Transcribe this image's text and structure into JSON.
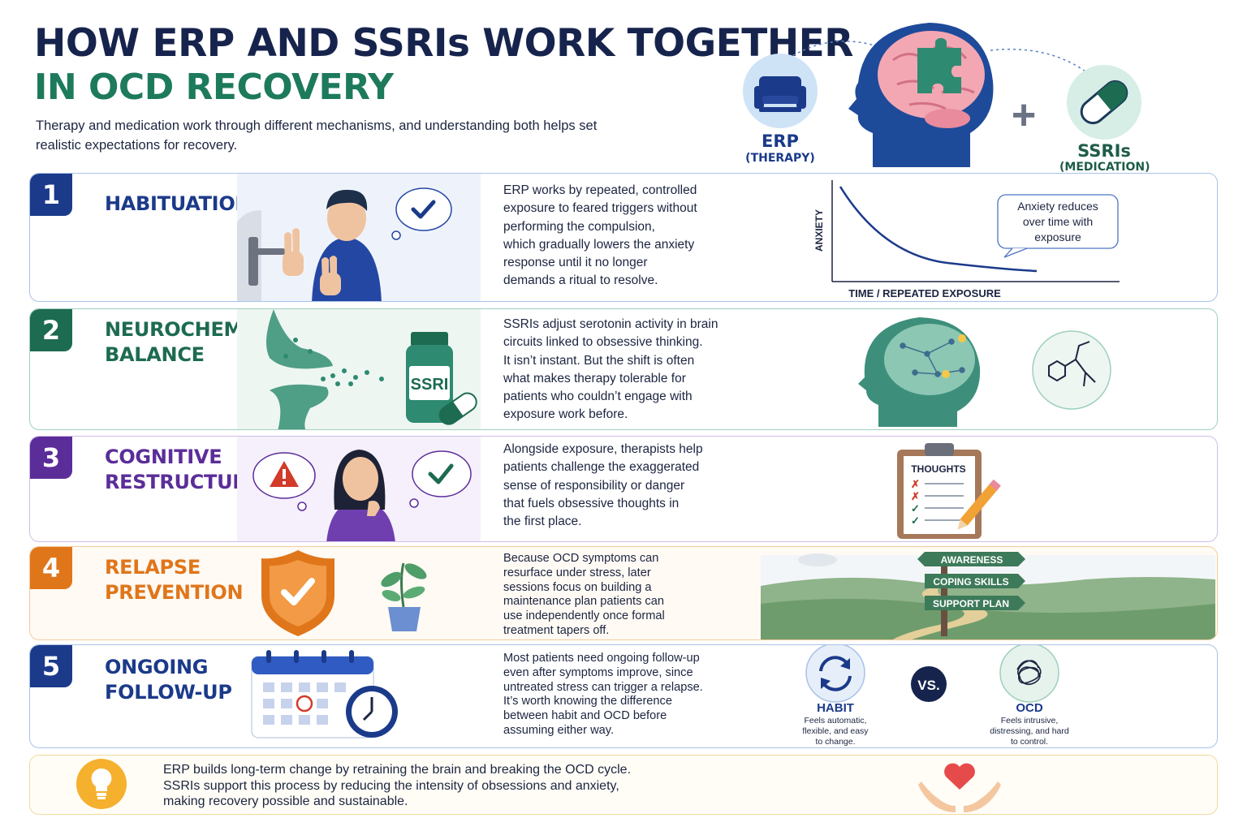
{
  "title": {
    "line1": "HOW ERP AND SSRIs WORK TOGETHER",
    "line2": "IN OCD RECOVERY",
    "intro_l1": "Therapy and medication work through different mechanisms, and understanding both helps set",
    "intro_l2": "realistic expectations for recovery."
  },
  "hero": {
    "erp_label": "ERP",
    "erp_sub": "(THERAPY)",
    "plus": "+",
    "ssri_label": "SSRIs",
    "ssri_sub": "(MEDICATION)"
  },
  "rows": [
    {
      "number": "1",
      "title_l1": "HABITUATION",
      "color": "#1b3a8a",
      "text_lines": [
        "ERP works by repeated, controlled",
        "exposure to feared triggers without",
        "performing the compulsion,",
        "which gradually lowers the anxiety",
        "response until it no longer",
        "demands a ritual to resolve."
      ],
      "chart": {
        "ylabel": "ANXIETY",
        "xlabel": "TIME / REPEATED EXPOSURE",
        "callout_l1": "Anxiety reduces",
        "callout_l2": "over time with",
        "callout_l3": "exposure"
      }
    },
    {
      "number": "2",
      "title_l1": "NEUROCHEMICAL",
      "title_l2": "BALANCE",
      "color": "#1d6b50",
      "bottle_label": "SSRI",
      "text_lines": [
        "SSRIs adjust serotonin activity in brain",
        "circuits linked to obsessive thinking.",
        "It isn’t instant. But the shift is often",
        "what makes therapy tolerable for",
        "patients who couldn’t engage with",
        "exposure work before."
      ]
    },
    {
      "number": "3",
      "title_l1": "COGNITIVE",
      "title_l2": "RESTRUCTURING",
      "color": "#5b2d99",
      "clipboard_label": "THOUGHTS",
      "text_lines": [
        "Alongside exposure, therapists help",
        "patients challenge the exaggerated",
        "sense of responsibility or danger",
        "that fuels obsessive thoughts in",
        "the first place."
      ]
    },
    {
      "number": "4",
      "title_l1": "RELAPSE",
      "title_l2": "PREVENTION",
      "color": "#e0761a",
      "signs": [
        "AWARENESS",
        "COPING SKILLS",
        "SUPPORT PLAN"
      ],
      "text_lines": [
        "Because OCD symptoms can",
        "resurface under stress, later",
        "sessions focus on building a",
        "maintenance plan patients can",
        "use independently once formal",
        "treatment tapers off."
      ]
    },
    {
      "number": "5",
      "title_l1": "ONGOING",
      "title_l2": "FOLLOW-UP",
      "color": "#1b3a8a",
      "text_lines": [
        "Most patients need ongoing follow-up",
        "even after symptoms improve, since",
        "untreated stress can trigger a relapse.",
        "It’s worth knowing the difference",
        "between habit and OCD before",
        "assuming either way."
      ],
      "compare": {
        "vs": "VS.",
        "habit_label": "HABIT",
        "habit_desc": [
          "Feels automatic,",
          "flexible, and easy",
          "to change."
        ],
        "ocd_label": "OCD",
        "ocd_desc": [
          "Feels intrusive,",
          "distressing, and hard",
          "to control."
        ]
      }
    }
  ],
  "footer": {
    "lines": [
      "ERP builds long-term change by retraining the brain and breaking the OCD cycle.",
      "SSRIs support this process by reducing the intensity of obsessions and anxiety,",
      "making recovery possible and sustainable."
    ]
  }
}
